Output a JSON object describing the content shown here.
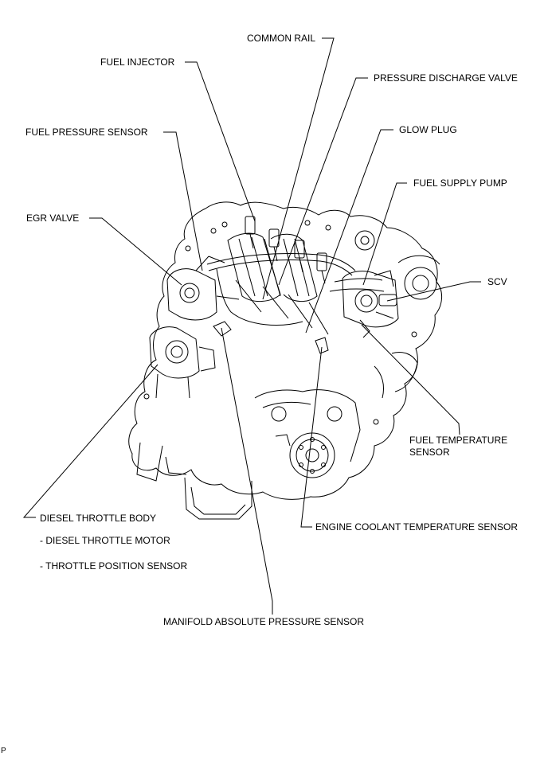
{
  "labels": {
    "common_rail": "COMMON RAIL",
    "fuel_injector": "FUEL INJECTOR",
    "pressure_discharge_valve": "PRESSURE DISCHARGE VALVE",
    "fuel_pressure_sensor": "FUEL PRESSURE SENSOR",
    "glow_plug": "GLOW PLUG",
    "fuel_supply_pump": "FUEL SUPPLY PUMP",
    "egr_valve": "EGR VALVE",
    "scv": "SCV",
    "fuel_temperature_sensor_line1": "FUEL TEMPERATURE",
    "fuel_temperature_sensor_line2": "SENSOR",
    "diesel_throttle_body": "DIESEL THROTTLE BODY",
    "diesel_throttle_motor": "- DIESEL THROTTLE MOTOR",
    "throttle_position_sensor": "- THROTTLE POSITION SENSOR",
    "engine_coolant_temperature_sensor": "ENGINE COOLANT TEMPERATURE SENSOR",
    "manifold_absolute_pressure_sensor": "MANIFOLD ABSOLUTE PRESSURE SENSOR"
  },
  "figure_code": "P"
}
